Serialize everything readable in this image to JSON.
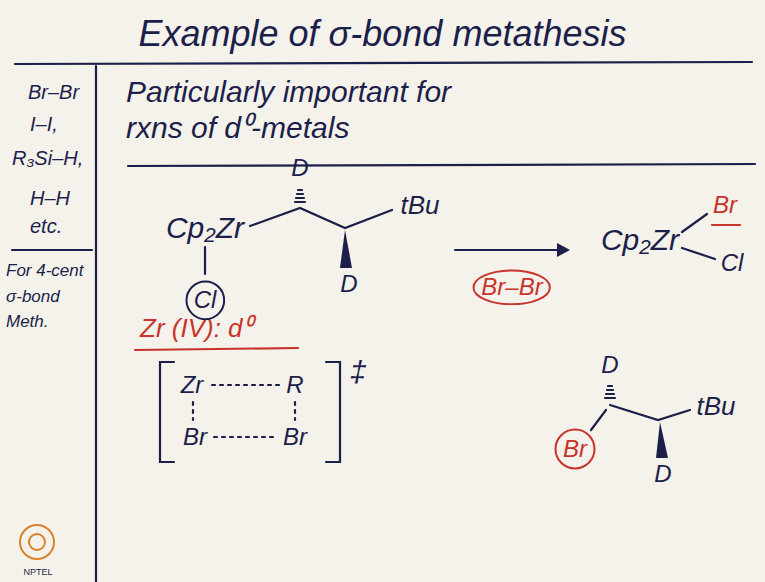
{
  "diagram": {
    "title": "Example of σ-bond metathesis",
    "nodes": [
      {
        "text": [
          "Cl"
        ]
      },
      {
        "text": [
          "Br–Br"
        ]
      },
      {
        "text": [
          "Br"
        ]
      }
    ],
    "labels": [
      "Br–Br",
      "I–I,",
      "R₃Si–H,",
      "H–H",
      "etc.",
      "For 4-cent σ-bond Meth.",
      "Particularly important for rxns of d⁰-metals",
      "Cp₂Zr",
      "D",
      "tBu",
      "D",
      "Cp₂Zr",
      "Br",
      "Cl",
      "Zr (IV): d⁰",
      "Zr",
      "R",
      "Br",
      "Br",
      "‡",
      "D",
      "tBu",
      "D",
      "NPTEL"
    ]
  }
}
